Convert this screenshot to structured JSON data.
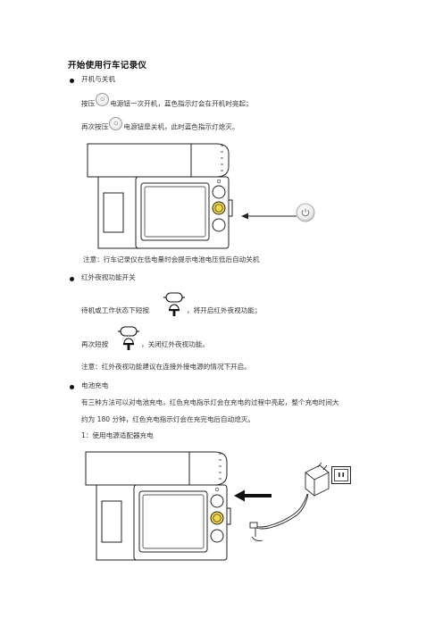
{
  "doc": {
    "title": "开始使用行车记录仪",
    "section1": {
      "heading": "开机与关机",
      "line1_a": "按压",
      "line1_b": "电源钮一次开机，蓝色指示灯会在开机时亮起；",
      "line2_a": "再次按压",
      "line2_b": "电源钮是关机，此时蓝色指示灯熄灭。",
      "note": "注意：行车记录仪在低电量时会提示电池电压低后自动关机"
    },
    "section2": {
      "heading": "红外夜视功能开关",
      "line1_a": "待机或工作状态下短按",
      "line1_b": "，将开启红外夜视功能；",
      "line2_a": "再次短按",
      "line2_b": "，关闭红外夜视功能。",
      "note": "注意：红外夜视功能建议在连接外接电源的情况下开启。"
    },
    "section3": {
      "heading": "电池充电",
      "para1": "有三种方法可以对电池充电，红色充电指示灯会在充电的过程中亮起，整个充电时间大",
      "para2_a": "约为 ",
      "para2_num": "180",
      "para2_b": " 分钟，红色充电指示灯会在充完电后自动熄灭。",
      "method1": "1：使用电源适配器充电"
    }
  },
  "icons": {
    "power": "power-icon",
    "ir": "infrared-icon",
    "arrow": "arrow-left-icon",
    "plug": "wall-plug-icon"
  },
  "colors": {
    "text": "#333333",
    "yellow_button": "#f0d848",
    "outline": "#222222"
  }
}
